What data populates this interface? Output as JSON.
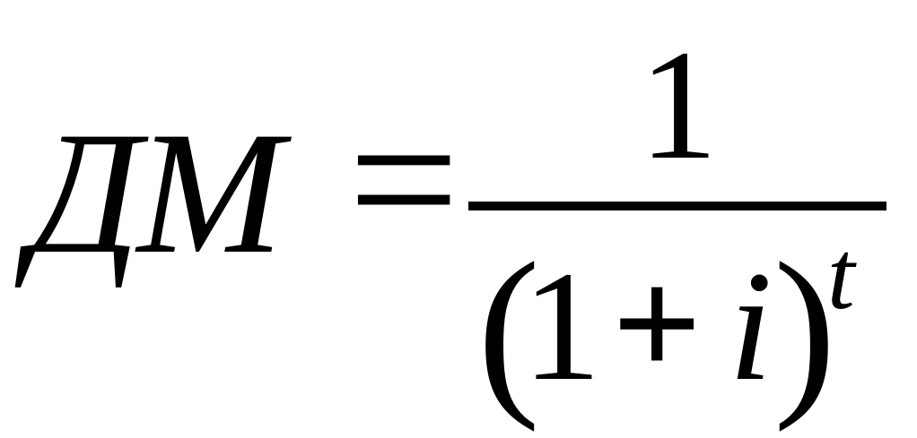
{
  "formula": {
    "lhs": "ДМ",
    "equals": "=",
    "numerator": "1",
    "denominator": {
      "open_paren": "(",
      "one": "1",
      "plus": "+",
      "variable": "i",
      "close_paren": ")",
      "exponent": "t"
    }
  }
}
